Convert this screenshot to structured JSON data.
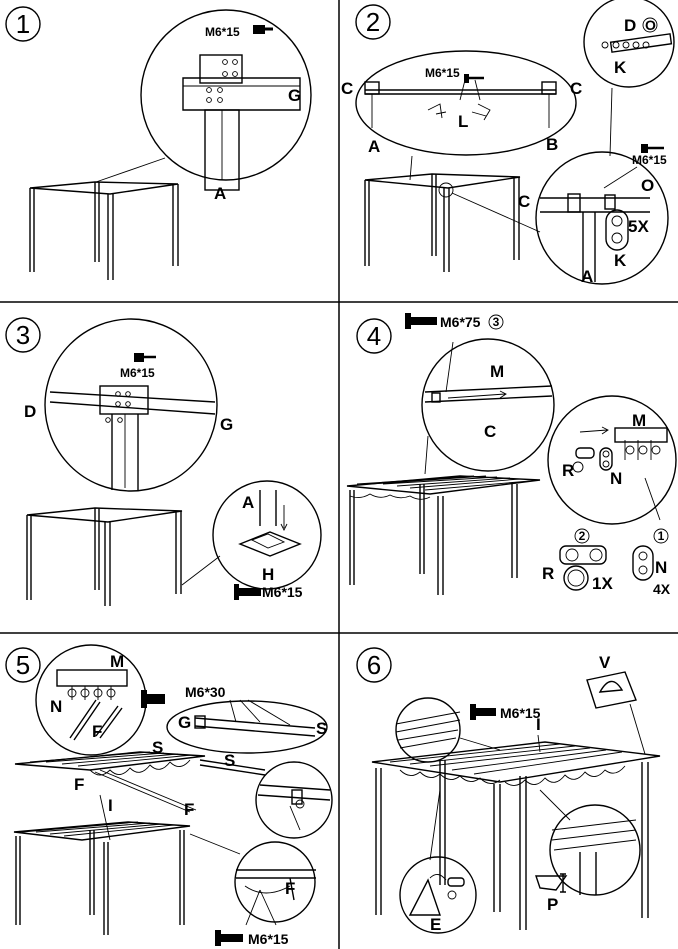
{
  "steps": [
    {
      "number": "1",
      "labels": {
        "bolt": "M6*15",
        "g": "G",
        "a": "A"
      }
    },
    {
      "number": "2",
      "labels": {
        "c_left": "C",
        "c_right": "C",
        "bolt": "M6*15",
        "a": "A",
        "b": "B",
        "l": "L",
        "d": "D",
        "o": "O",
        "k": "K",
        "bolt2": "M6*15",
        "o2": "O",
        "c2": "C",
        "qty": "5X",
        "k2": "K",
        "a2": "A"
      }
    },
    {
      "number": "3",
      "labels": {
        "bolt": "M6*15",
        "d": "D",
        "g": "G",
        "a": "A",
        "h": "H",
        "bolt2": "M6*15"
      }
    },
    {
      "number": "4",
      "labels": {
        "bolt": "M6*75",
        "bolt_ref": "3",
        "m": "M",
        "c": "C",
        "m2": "M",
        "r": "R",
        "n": "N",
        "ref2": "2",
        "ref1": "1",
        "r2": "R",
        "n2": "N",
        "qty1": "1X",
        "qty4": "4X"
      }
    },
    {
      "number": "5",
      "labels": {
        "m": "M",
        "n": "N",
        "f": "F",
        "bolt": "M6*30",
        "g": "G",
        "s": "S",
        "s2": "S",
        "s3": "S",
        "f2": "F",
        "f3": "F",
        "i": "I",
        "f4": "F",
        "bolt2": "M6*15"
      }
    },
    {
      "number": "6",
      "labels": {
        "v": "V",
        "bolt": "M6*15",
        "i": "I",
        "e": "E",
        "p": "P"
      }
    }
  ]
}
